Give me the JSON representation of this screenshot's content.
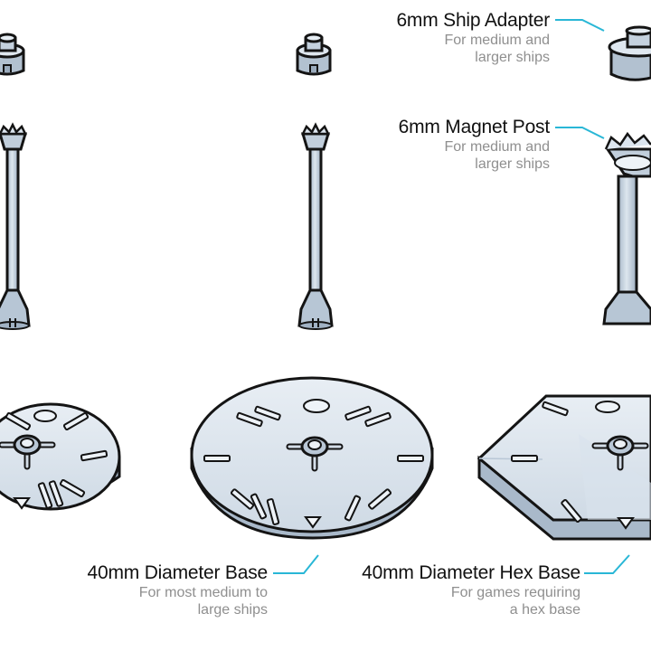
{
  "labels": {
    "ship_adapter": {
      "title": "6mm Ship Adapter",
      "line1": "For medium and",
      "line2": "larger ships"
    },
    "magnet_post": {
      "title": "6mm Magnet Post",
      "line1": "For medium and",
      "line2": "larger ships"
    },
    "diameter_base": {
      "title": "40mm Diameter Base",
      "line1": "For most medium to",
      "line2": "large ships"
    },
    "hex_base": {
      "title": "40mm Diameter Hex Base",
      "line1": "For games requiring",
      "line2": "a hex base"
    }
  },
  "colors": {
    "part_fill": "#c6d3e0",
    "part_shade": "#a7b7c8",
    "part_light": "#e4ecf3",
    "outline": "#141414",
    "callout_line": "#29b7d6"
  }
}
